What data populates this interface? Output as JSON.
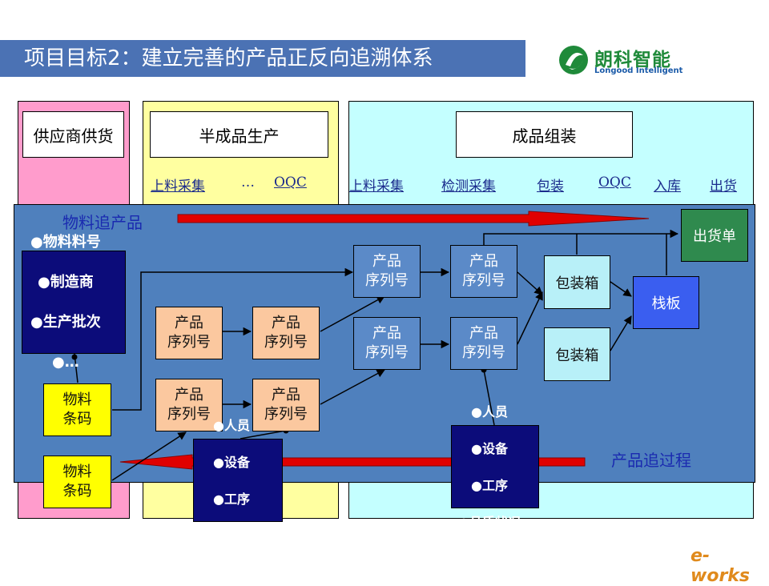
{
  "title": "项目目标2：建立完善的产品正反向追溯体系",
  "logo": {
    "cn": "朗科智能",
    "en": "Longood Intelligent"
  },
  "columns": {
    "supplier": {
      "header": "供应商供货"
    },
    "semi": {
      "header": "半成品生产",
      "steps": [
        "上料采集",
        "…",
        "OQC"
      ]
    },
    "finished": {
      "header": "成品组装",
      "steps": [
        "上料采集",
        "检测采集",
        "包装",
        "OQC",
        "入库",
        "出货"
      ]
    }
  },
  "flows": {
    "forward": "物料追产品",
    "backward": "产品追过程"
  },
  "material_info": [
    "●物料料号",
    "●制造商",
    "●生产批次",
    "●…"
  ],
  "material_code": "物料\n条码",
  "serial": "产品\n序列号",
  "package_box": "包装箱",
  "pallet": "栈板",
  "shipping_order": "出货单",
  "process_info": [
    "●人员",
    "●设备",
    "●工序",
    "●品质状况"
  ],
  "watermark": "e-works",
  "colors": {
    "title_bar": "#4b72b4",
    "supplier_bg": "#ff9ccc",
    "semi_bg": "#ffffa0",
    "finished_bg": "#c4ffff",
    "main_bg": "#4f80bd",
    "forward_arrow": "#e00000",
    "pallet": "#3a5ef0",
    "shipping": "#2f8a4e"
  }
}
